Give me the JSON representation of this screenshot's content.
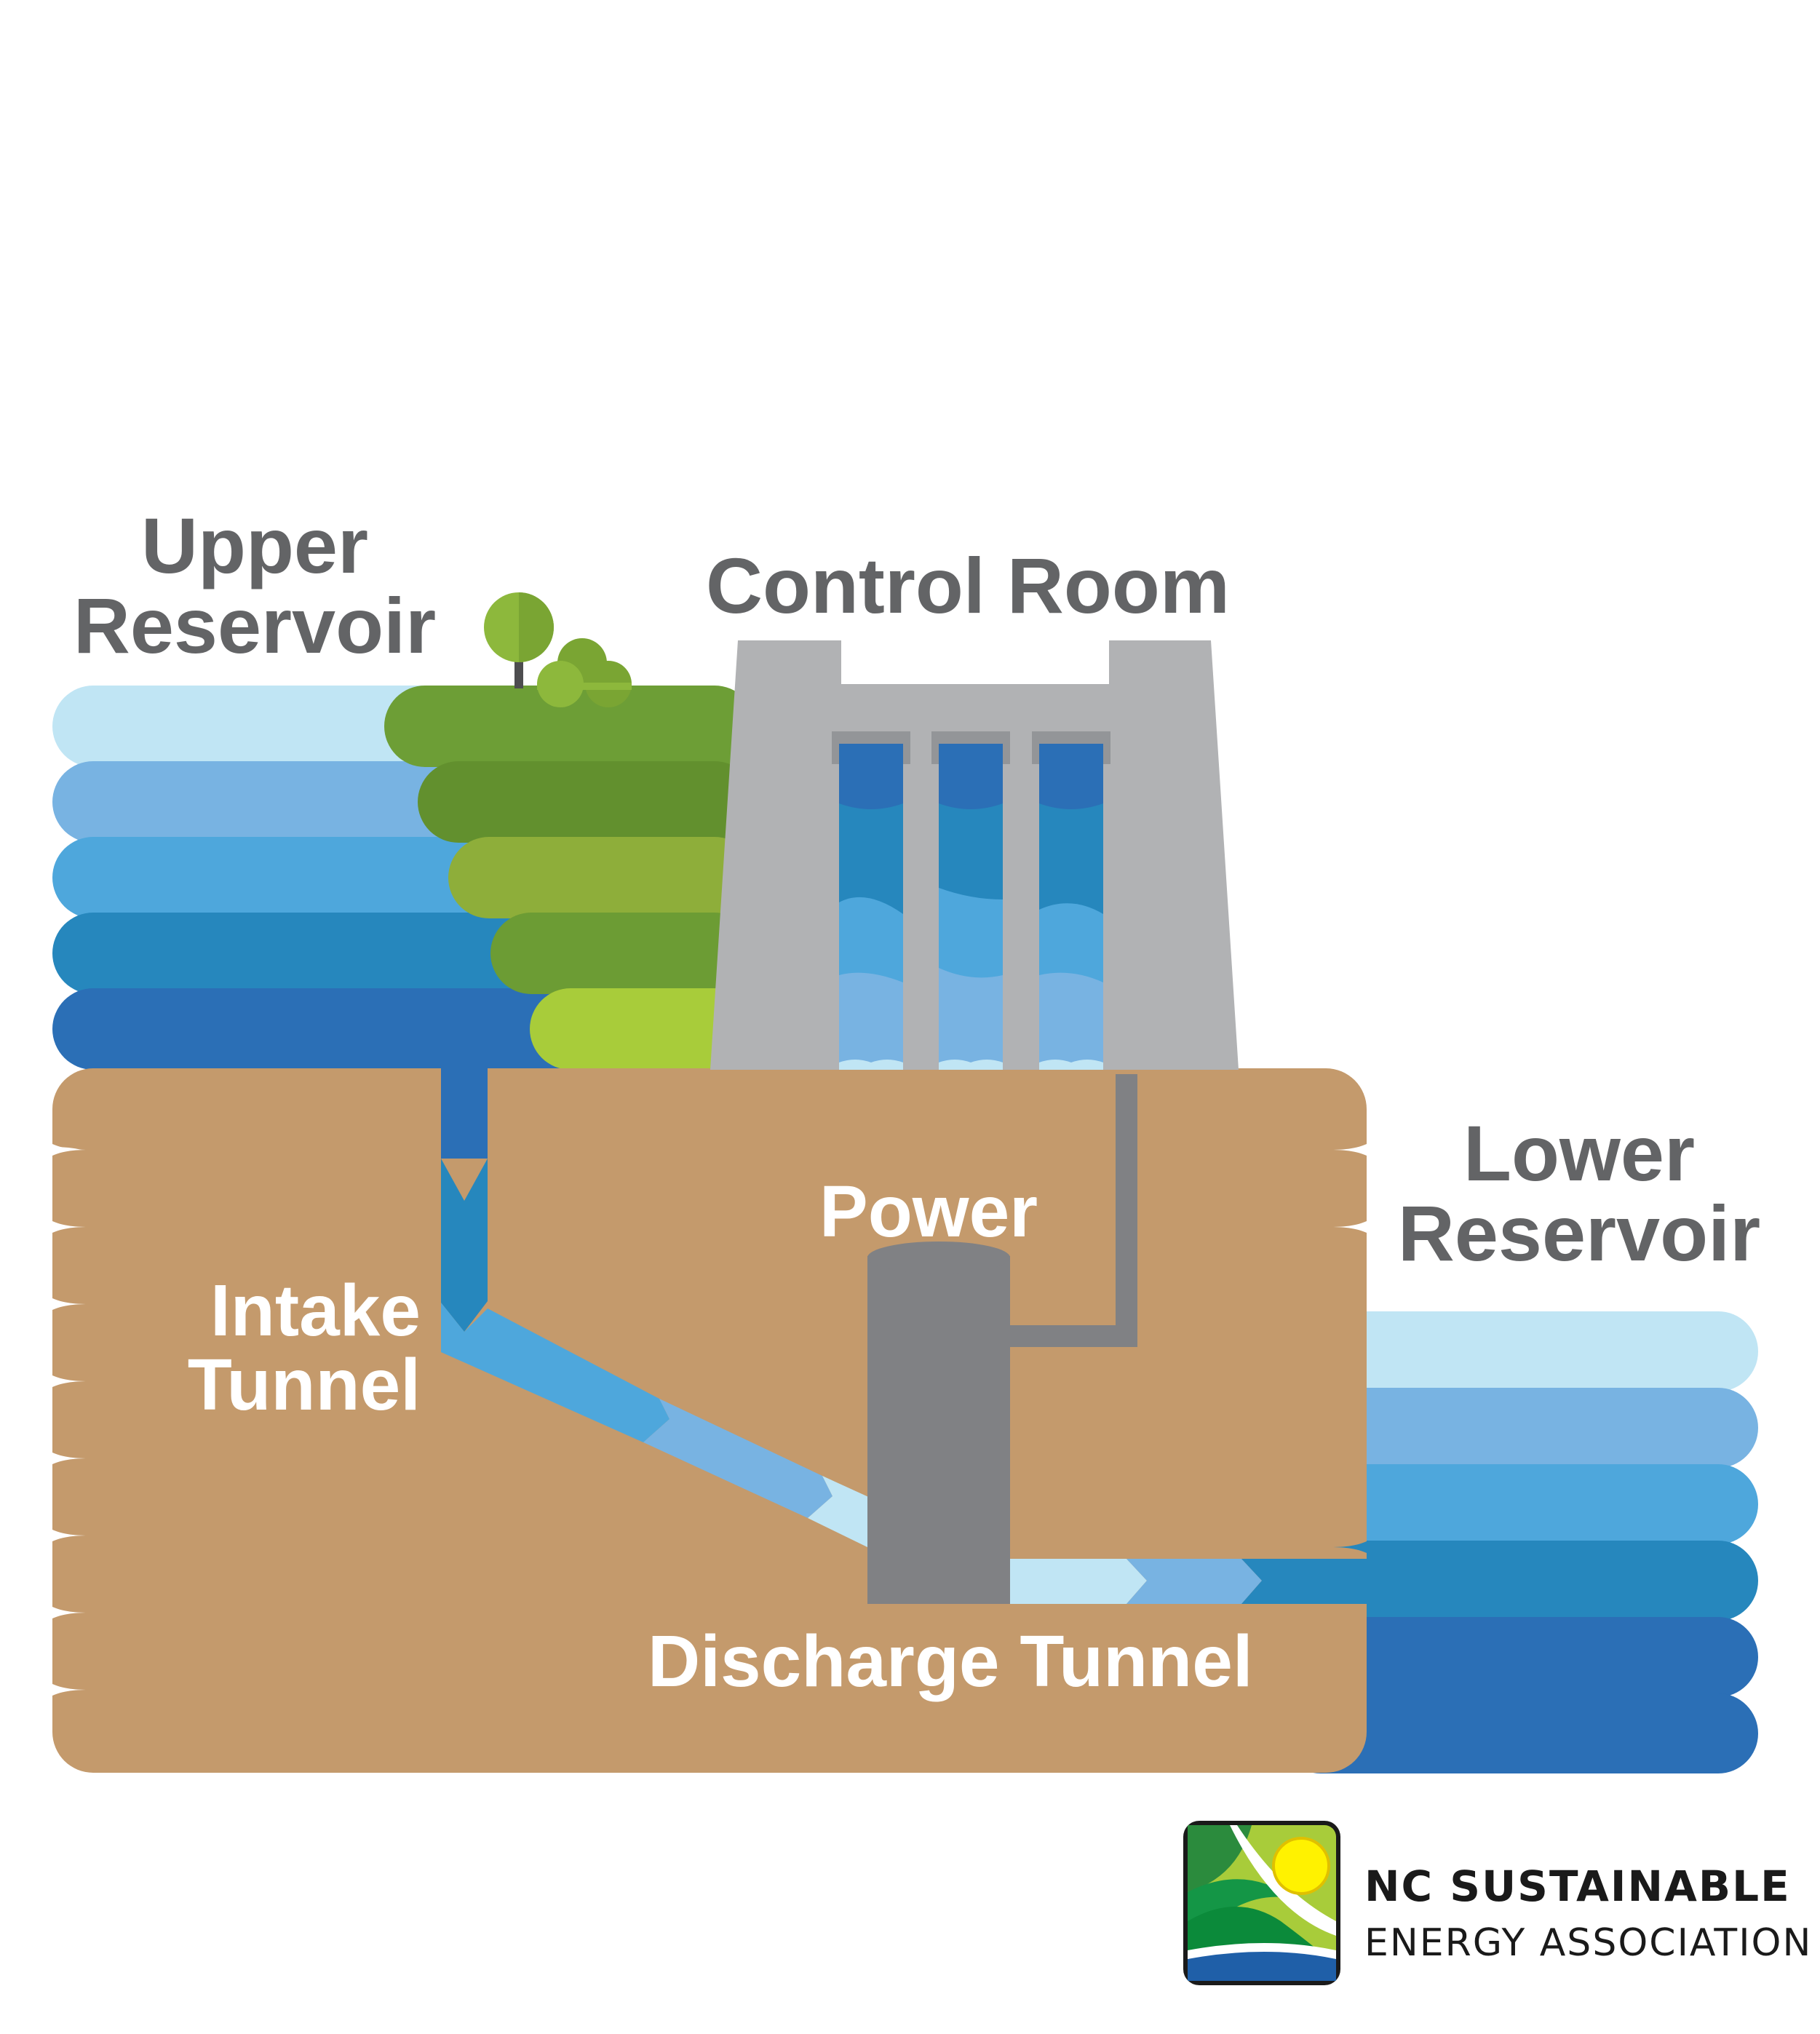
{
  "labels": {
    "upper_reservoir": [
      "Upper",
      "Reservoir"
    ],
    "control_room": "Control Room",
    "lower_reservoir": [
      "Lower",
      "Reservoir"
    ],
    "power": "Power",
    "intake_tunnel": [
      "Intake",
      "Tunnel"
    ],
    "discharge_tunnel": "Discharge Tunnel"
  },
  "logo": {
    "name_line1": "NC SUSTAINABLE",
    "name_line2": "ENERGY ASSOCIATION"
  },
  "colors": {
    "water_1": "#c0e5f4",
    "water_2": "#78b3e2",
    "water_3": "#4ea7dc",
    "water_4": "#2687bd",
    "water_5": "#2b6fb6",
    "grass_1": "#6d9e36",
    "grass_2": "#62902e",
    "grass_3": "#8eae3a",
    "grass_4": "#6c9c34",
    "grass_5": "#a8cc3a",
    "earth": "#c49a6c",
    "concrete": "#b1b2b4",
    "machine": "#808184",
    "label_gray": "#636466"
  }
}
